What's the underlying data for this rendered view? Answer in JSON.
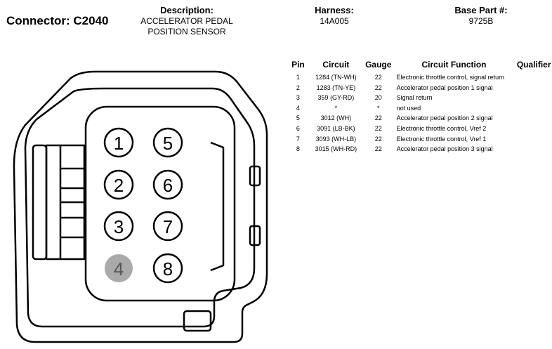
{
  "header": {
    "connector_label": "Connector: C2040",
    "description_label": "Description:",
    "description_line1": "ACCELERATOR PEDAL",
    "description_line2": "POSITION SENSOR",
    "harness_label": "Harness:",
    "harness_value": "14A005",
    "base_part_label": "Base Part #:",
    "base_part_value": "9725B"
  },
  "table": {
    "columns": [
      "Pin",
      "Circuit",
      "Gauge",
      "Circuit Function",
      "Qualifier"
    ],
    "rows": [
      {
        "pin": "1",
        "circuit": "1284 (TN-WH)",
        "gauge": "22",
        "function": "Electronic throttle control, signal return",
        "qualifier": ""
      },
      {
        "pin": "2",
        "circuit": "1283 (TN-YE)",
        "gauge": "22",
        "function": "Accelerator pedal position 1 signal",
        "qualifier": ""
      },
      {
        "pin": "3",
        "circuit": "359 (GY-RD)",
        "gauge": "20",
        "function": "Signal return",
        "qualifier": ""
      },
      {
        "pin": "4",
        "circuit": "*",
        "gauge": "*",
        "function": "not used",
        "qualifier": ""
      },
      {
        "pin": "5",
        "circuit": "3012 (WH)",
        "gauge": "22",
        "function": "Accelerator pedal position 2 signal",
        "qualifier": ""
      },
      {
        "pin": "6",
        "circuit": "3091 (LB-BK)",
        "gauge": "22",
        "function": "Electronic throttle control, Vref 2",
        "qualifier": ""
      },
      {
        "pin": "7",
        "circuit": "3093 (WH-LB)",
        "gauge": "22",
        "function": "Electronic throttle control, Vref 1",
        "qualifier": ""
      },
      {
        "pin": "8",
        "circuit": "3015 (WH-RD)",
        "gauge": "22",
        "function": "Accelerator pedal position 3 signal",
        "qualifier": ""
      }
    ]
  },
  "diagram": {
    "pins": [
      {
        "label": "1",
        "used": true
      },
      {
        "label": "5",
        "used": true
      },
      {
        "label": "2",
        "used": true
      },
      {
        "label": "6",
        "used": true
      },
      {
        "label": "3",
        "used": true
      },
      {
        "label": "7",
        "used": true
      },
      {
        "label": "4",
        "used": false
      },
      {
        "label": "8",
        "used": true
      }
    ],
    "colors": {
      "outline": "#000000",
      "unused_pin_fill": "#aaaaaa",
      "unused_pin_text": "#555555"
    }
  }
}
